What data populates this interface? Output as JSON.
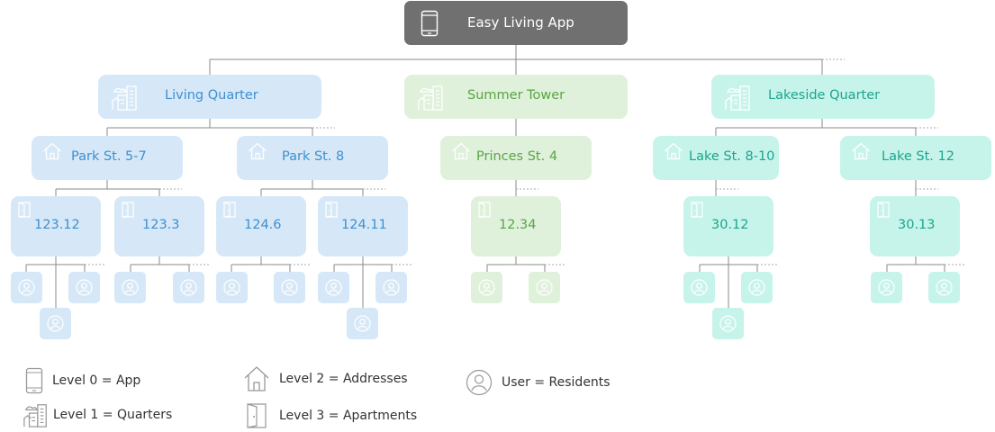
{
  "colors": {
    "app": "#707070",
    "living": "#d6e8f7",
    "living_text": "#3d8fd0",
    "summer": "#dff0db",
    "summer_text": "#5aa544",
    "lakeside": "#c6f4ea",
    "lakeside_text": "#1ba58f",
    "connector": "#8a8a8a"
  },
  "root": {
    "label": "Easy Living App",
    "icon": "smartphone-icon"
  },
  "quarters": [
    {
      "label": "Living Quarter",
      "icon": "buildings-icon"
    },
    {
      "label": "Summer Tower",
      "icon": "buildings-icon"
    },
    {
      "label": "Lakeside Quarter",
      "icon": "buildings-icon"
    }
  ],
  "addresses": [
    {
      "label": "Park St. 5-7",
      "icon": "house-icon"
    },
    {
      "label": "Park St. 8",
      "icon": "house-icon"
    },
    {
      "label": "Princes St. 4",
      "icon": "house-icon"
    },
    {
      "label": "Lake St. 8-10",
      "icon": "house-icon"
    },
    {
      "label": "Lake St. 12",
      "icon": "house-icon"
    }
  ],
  "apartments": [
    {
      "label": "123.12",
      "icon": "door-icon",
      "residents": 3
    },
    {
      "label": "123.3",
      "icon": "door-icon",
      "residents": 2
    },
    {
      "label": "124.6",
      "icon": "door-icon",
      "residents": 2
    },
    {
      "label": "124.11",
      "icon": "door-icon",
      "residents": 3
    },
    {
      "label": "12.34",
      "icon": "door-icon",
      "residents": 2
    },
    {
      "label": "30.12",
      "icon": "door-icon",
      "residents": 3
    },
    {
      "label": "30.13",
      "icon": "door-icon",
      "residents": 2
    }
  ],
  "legend": [
    {
      "text": "Level 0 = App",
      "icon": "smartphone-icon"
    },
    {
      "text": "Level 1 = Quarters",
      "icon": "buildings-icon"
    },
    {
      "text": "Level 2 = Addresses",
      "icon": "house-icon"
    },
    {
      "text": "Level 3 = Apartments",
      "icon": "door-icon"
    },
    {
      "text": "User = Residents",
      "icon": "user-icon"
    }
  ]
}
